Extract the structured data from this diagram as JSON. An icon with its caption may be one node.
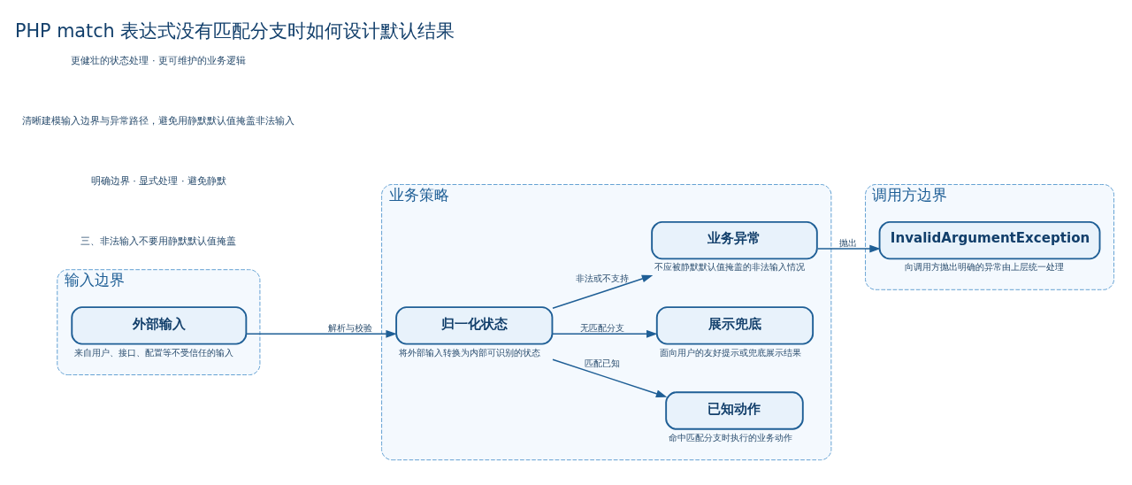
{
  "diagram": {
    "title": "PHP match 表达式没有匹配分支时如何设计默认结果",
    "nodes": [
      {
        "text": [
          "输入边界"
        ]
      },
      {
        "text": [
          "外部输入"
        ],
        "in": 0,
        "beside": [
          "来自用户、接口、配置等不受信任的输入"
        ]
      },
      {
        "text": [
          "业务策略"
        ]
      },
      {
        "text": [
          "归一化状态"
        ],
        "in": 2,
        "beside": [
          "将外部输入转换为内部可识别的状态"
        ]
      },
      {
        "text": [
          "已知动作"
        ],
        "in": 2,
        "beside": [
          "命中匹配分支时执行的业务动作"
        ]
      },
      {
        "text": [
          "展示兜底"
        ],
        "in": 2,
        "beside": [
          "面向用户的友好提示或兜底展示结果"
        ]
      },
      {
        "text": [
          "业务异常"
        ],
        "in": 2,
        "beside": [
          "不应被静默默认值掩盖的非法输入情况"
        ]
      },
      {
        "text": [
          "调用方边界"
        ]
      },
      {
        "text": [
          "InvalidArgumentException"
        ],
        "in": 7,
        "beside": [
          "向调用方抛出明确的异常由上层统一处理"
        ]
      }
    ],
    "edges": [
      {
        "from": 1,
        "to": 3,
        "arrow": "to",
        "label": "解析与校验"
      },
      {
        "from": 3,
        "to": 4,
        "arrow": "to",
        "label": "匹配已知"
      },
      {
        "from": 3,
        "to": 5,
        "arrow": "to",
        "label": "无匹配分支"
      },
      {
        "from": 3,
        "to": 6,
        "arrow": "to",
        "label": "非法或不支持"
      },
      {
        "from": 6,
        "to": 8,
        "arrow": "to",
        "label": "抛出"
      }
    ],
    "labels": [
      "三、非法输入不要用静默默认值掩盖",
      "明确边界 · 显式处理 · 避免静默",
      "清晰建模输入边界与异常路径，避免用静默默认值掩盖非法输入",
      "更健壮的状态处理 · 更可维护的业务逻辑"
    ]
  }
}
